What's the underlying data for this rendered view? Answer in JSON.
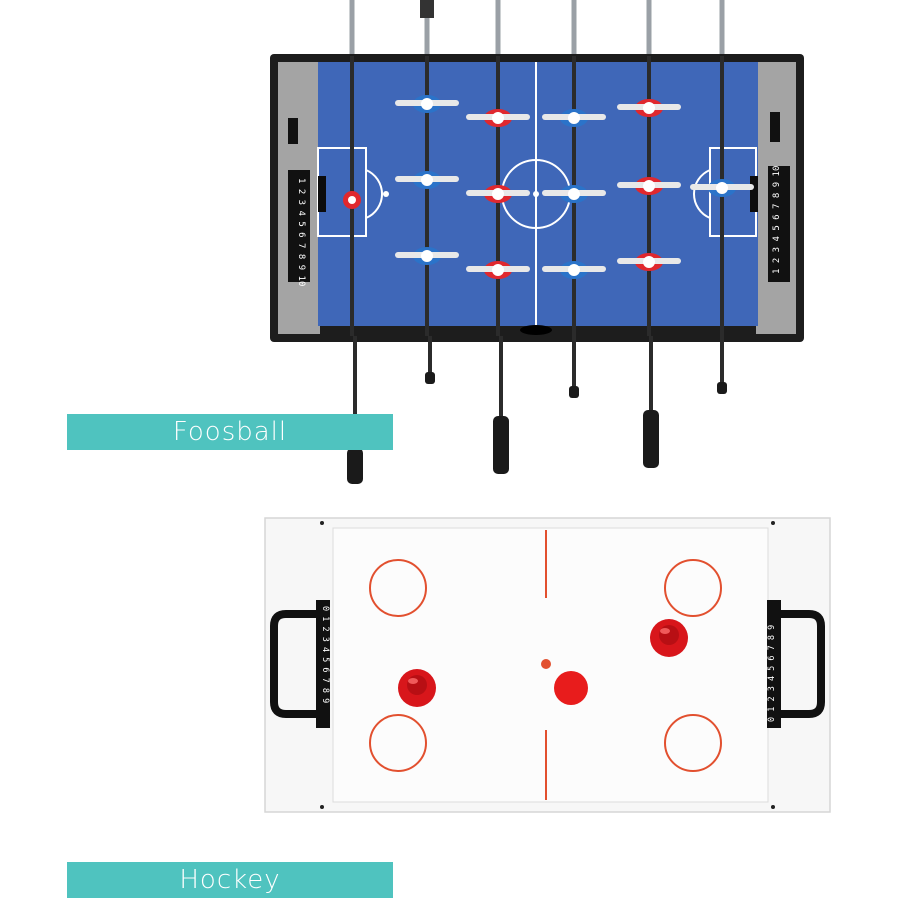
{
  "labels": {
    "foosball": "Foosball",
    "hockey": "Hockey"
  },
  "colors": {
    "accent": "#4fc3bf",
    "field_blue": "#3f67b8",
    "cabinet_gray": "#9a9a9a",
    "red_team": "#e0282e",
    "blue_team": "#2b73c9",
    "hockey_line": "#e2502f",
    "puck_red": "#e81c1c"
  },
  "foosball_scoreboard": {
    "left": "1 2 3 4 5 6 7 8 9 10",
    "right": "1 2 3 4 5 6 7 8 9 10"
  },
  "hockey_scoreboard": {
    "left": "0 1 2 3 4 5 6 7 8 9",
    "right": "0 1 2 3 4 5 6 7 8 9"
  }
}
